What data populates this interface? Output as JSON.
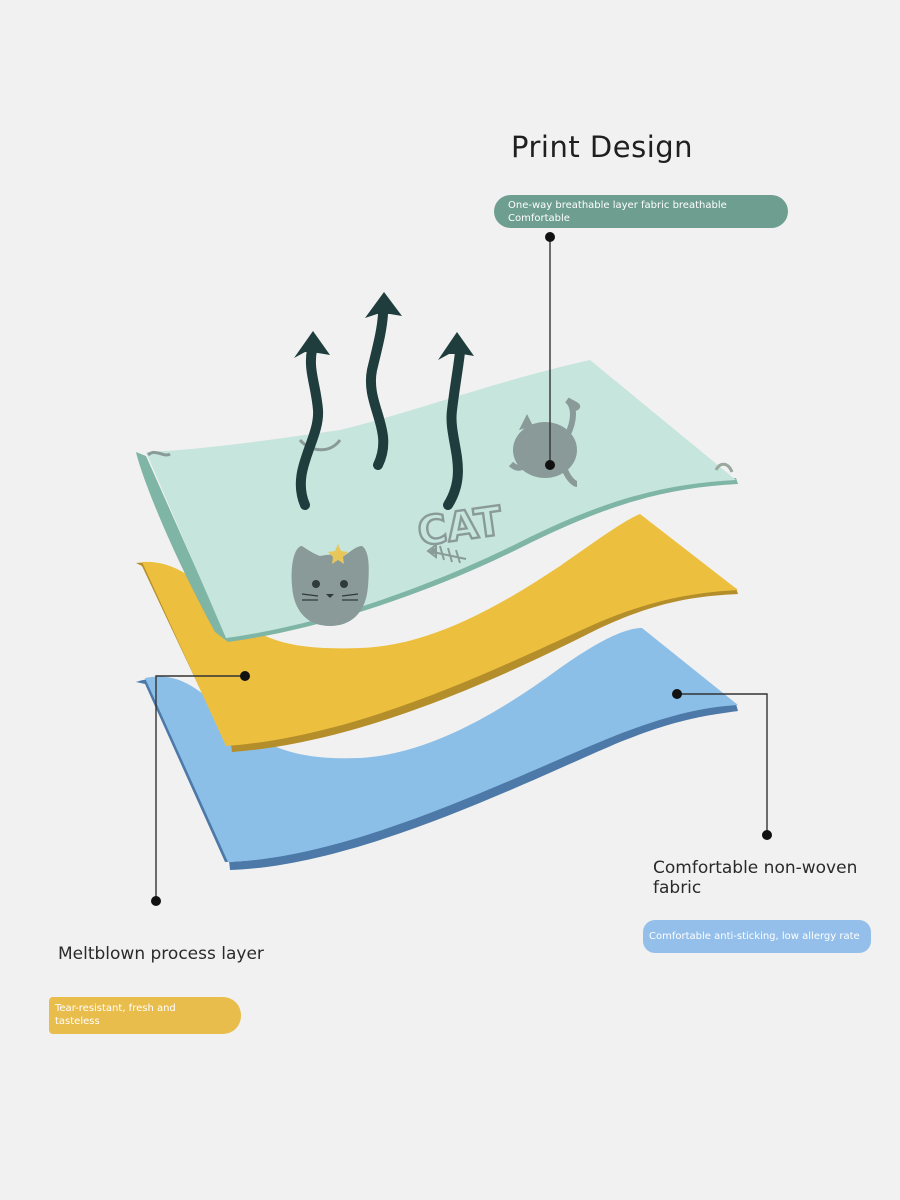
{
  "title": "Print Design",
  "layers": {
    "top": {
      "pill_text": "One-way breathable layer fabric breathable Comfortable",
      "print_text": "CAT",
      "color": "#c6e5dc",
      "edge_color": "#7fb5a5"
    },
    "middle": {
      "name": "Meltblown process layer",
      "pill_text": "Tear-resistant, fresh and tasteless",
      "color": "#edbf3e",
      "edge_color": "#b48e2a"
    },
    "bottom": {
      "name": "Comfortable non-woven fabric",
      "pill_text": "Comfortable anti-sticking, low allergy rate",
      "color": "#8cbfe7",
      "edge_color": "#4c79a8"
    }
  },
  "arrow_color": "#1f3d3c",
  "accent_pill_color": "#6e9e90"
}
